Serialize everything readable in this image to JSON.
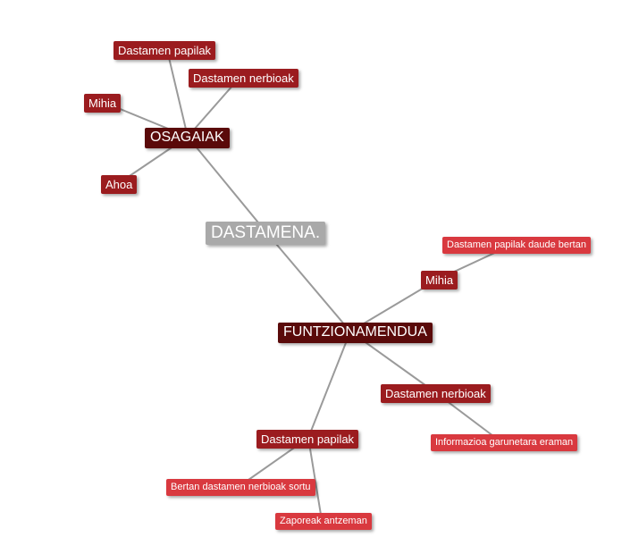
{
  "map": {
    "root": "DASTAMENA.",
    "osagaiak": {
      "title": "OSAGAIAK",
      "papilak": "Dastamen papilak",
      "nerbioak": "Dastamen nerbioak",
      "mihia": "Mihia",
      "ahoa": "Ahoa"
    },
    "funtzionamendua": {
      "title": "FUNTZIONAMENDUA",
      "mihia": "Mihia",
      "mihia_note": "Dastamen papilak daude bertan",
      "nerbioak": "Dastamen nerbioak",
      "nerbioak_note": "Informazioa garunetara eraman",
      "papilak": "Dastamen papilak",
      "papilak_note1": "Bertan dastamen nerbioak sortu",
      "papilak_note2": "Zaporeak antzeman"
    }
  },
  "colors": {
    "root": "#a9a9a9",
    "branch": "#5a0a0a",
    "level2": "#9b1c1f",
    "level3": "#d9393f",
    "link": "#9a9a9a"
  }
}
